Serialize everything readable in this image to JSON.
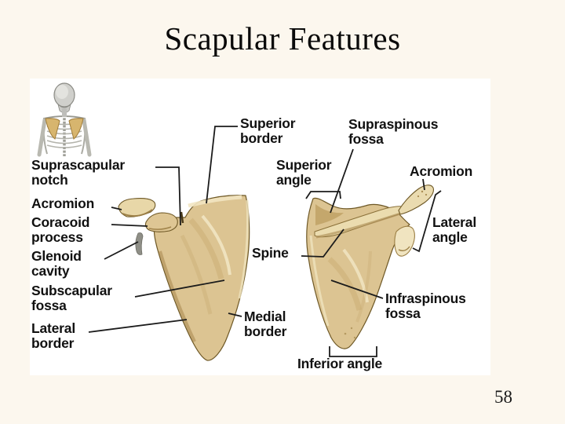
{
  "slide": {
    "title": "Scapular Features",
    "page_number": "58"
  },
  "colors": {
    "slide_background": "#FCF7EE",
    "figure_background": "#FFFFFF",
    "bone": "#DCC492",
    "bone_highlight": "#F2E6C2",
    "bone_shadow": "#B2945C",
    "bone_outline": "#6E5826",
    "glenoid_gray": "#8F8F87",
    "inset_scapula": "#D7B56E",
    "label_text": "#111111",
    "leader_line": "#1B1B1B"
  },
  "figure": {
    "labels": [
      {
        "id": "suprascapular-notch",
        "text": "Suprascapular\nnotch"
      },
      {
        "id": "acromion-left",
        "text": "Acromion"
      },
      {
        "id": "coracoid-process",
        "text": "Coracoid\nprocess"
      },
      {
        "id": "glenoid-cavity",
        "text": "Glenoid\ncavity"
      },
      {
        "id": "subscapular-fossa",
        "text": "Subscapular\nfossa"
      },
      {
        "id": "lateral-border",
        "text": "Lateral\nborder"
      },
      {
        "id": "superior-border",
        "text": "Superior\nborder"
      },
      {
        "id": "spine",
        "text": "Spine"
      },
      {
        "id": "medial-border",
        "text": "Medial\nborder"
      },
      {
        "id": "supraspinous-fossa",
        "text": "Supraspinous\nfossa"
      },
      {
        "id": "superior-angle",
        "text": "Superior\nangle"
      },
      {
        "id": "acromion-right",
        "text": "Acromion"
      },
      {
        "id": "lateral-angle",
        "text": "Lateral\nangle"
      },
      {
        "id": "infraspinous-fossa",
        "text": "Infraspinous\nfossa"
      },
      {
        "id": "inferior-angle",
        "text": "Inferior angle"
      }
    ]
  }
}
